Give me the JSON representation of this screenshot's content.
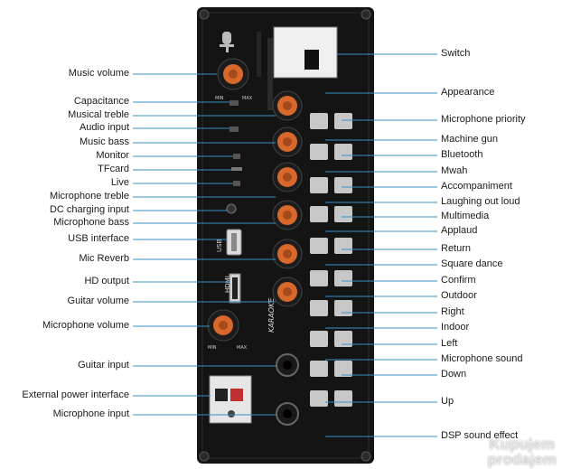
{
  "labels_left": [
    "Music volume",
    "Capacitance",
    "Musical treble",
    "Audio input",
    "Music bass",
    "Monitor",
    "TFcard",
    "Live",
    "Microphone treble",
    "DC charging input",
    "Microphone bass",
    "USB interface",
    "Mic Reverb",
    "HD output",
    "Guitar volume",
    "Microphone volume",
    "Guitar input",
    "External power interface",
    "Microphone input"
  ],
  "labels_right": [
    "Switch",
    "Appearance",
    "Microphone priority",
    "Machine gun",
    "Bluetooth",
    "Mwah",
    "Accompaniment",
    "Laughing out loud",
    "Multimedia",
    "Applaud",
    "Return",
    "Square dance",
    "Confirm",
    "Outdoor",
    "Right",
    "Indoor",
    "Left",
    "Microphone sound",
    "Down",
    "Up",
    "DSP sound effect"
  ],
  "panel_text": {
    "usb": "USB",
    "hdmi": "HDMI",
    "min": "MIN",
    "max": "MAX",
    "karaoke": "KARAOKE"
  },
  "watermark": [
    "Kupujem",
    "prodajem"
  ],
  "colors": {
    "panel": "#131313",
    "knob": "#d9682c",
    "key": "#c7c7c7",
    "leader": "#3a8fc5"
  }
}
